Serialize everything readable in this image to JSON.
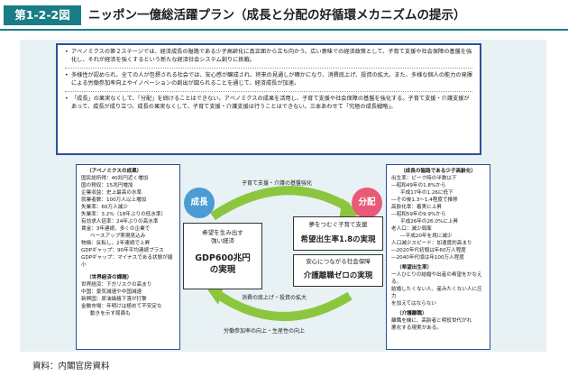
{
  "header": {
    "fig_label": "第1-2-2図",
    "title": "ニッポン一億総活躍プラン（成長と分配の好循環メカニズムの提示）"
  },
  "summary": {
    "bullets": [
      "アベノミクスの第２ステージでは、経済成長の隘路である少子高齢化に真正面から立ち向かう。広い意味での経済政策として、子育て支援や社会保障の基盤を強化し、それが経済を強くするという新たな経済社会システム創りに挑戦。",
      "多様性が認められ、全ての人が包摂される社会では、安心感が醸成され、将来の見通しが確かになり、消費底上げ、投資の拡大。また、多様な個人の能力の発揮による労働参加率向上やイノベーションの創出が図られることを通じて、経済成長が加速。",
      "「成長」の果実なくして、「分配」を続けることはできない。アベノミクスの成果を活用し、子育て支援や社会保障の基盤を強化する。子育て支援・介護支援があって、成長が成り立つ。成長の果実なくして、子育て支援・介護支援は行うことはできない。三本あわせて「究極の成長戦略」。"
    ]
  },
  "left_panel": {
    "heading1": "（アベノミクスの成果）",
    "lines1": [
      "国民総所得：40兆円近く増加",
      "国の税収：15兆円増加",
      "企業収益：史上最高の水準",
      "就業者数：100万人以上増加",
      "失業率：60万人減少",
      "失業率：3.2%（18年ぶりの低水準）",
      "有効求人倍率：24年ぶりの高水準",
      "賃金：3年連続、多くの企業で",
      "ベースアップ実現見込み",
      "物価：反転し、2年連続で上昇",
      "GDPギャップ：90年平均連続プラス",
      "GDPギャップ：マイナスである状態が縮小"
    ],
    "heading2": "（世界経済の課題）",
    "lines2": [
      "世界経済：下方リスクの高まり",
      "中国：景気減速や中国減速",
      "新興国：原油価格下落が打撃",
      "金融市場：年明けは極めて不安定な",
      "動きを示す局面も"
    ]
  },
  "right_panel": {
    "heading1": "（成長の隘路である少子高齢化）",
    "lines1": [
      "出生率：ピーク時の半数以下",
      "―昭和49年の1.8%から",
      "平成17年の1.26に低下",
      "―その後1.3～1.4程度で推移",
      "高齢化率：着実に上昇",
      "―昭和59年の9.9%から",
      "平成26年の26.0%に上昇",
      "老人口：減少局面",
      "―平成20年を境に減少",
      "人口減少スピード：加速度的高まり",
      "―2020年代初頭は年60万人程度",
      "―2040年代頃は年100万人程度"
    ],
    "heading2": "（希望出生率）",
    "lines2": [
      "一人ひとりの結婚や出産の希望をかなえる。",
      "結婚したくない人、産みたくない人に圧力",
      "を加えてはならない"
    ],
    "heading3": "（介護離職）",
    "lines3": [
      "離職を機に、高齢者と明役世代がれ",
      "悪化する現実がある。"
    ]
  },
  "diagram": {
    "top_caption": "子育て支援・介護の基盤強化",
    "growth_label": "成長",
    "distribution_label": "分配",
    "gdp_small": "希望を生み出す\n強い経済",
    "gdp_main": "GDP600兆円\nの実現",
    "birth_small": "夢をつむぐ子育て支援",
    "birth_main": "希望出生率1.8の実現",
    "care_small": "安心につながる社会保障",
    "care_main": "介護離職ゼロの実現",
    "bottom_caption1": "消費の底上げ・投資の拡大",
    "bottom_caption2": "労働参加率の向上・生産性の向上",
    "colors": {
      "arrow": "#8cc63f",
      "growth": "#4b9cd3",
      "distribution": "#e95a78",
      "frame": "#2d4f9c"
    }
  },
  "source": "資料：内閣官房資料"
}
